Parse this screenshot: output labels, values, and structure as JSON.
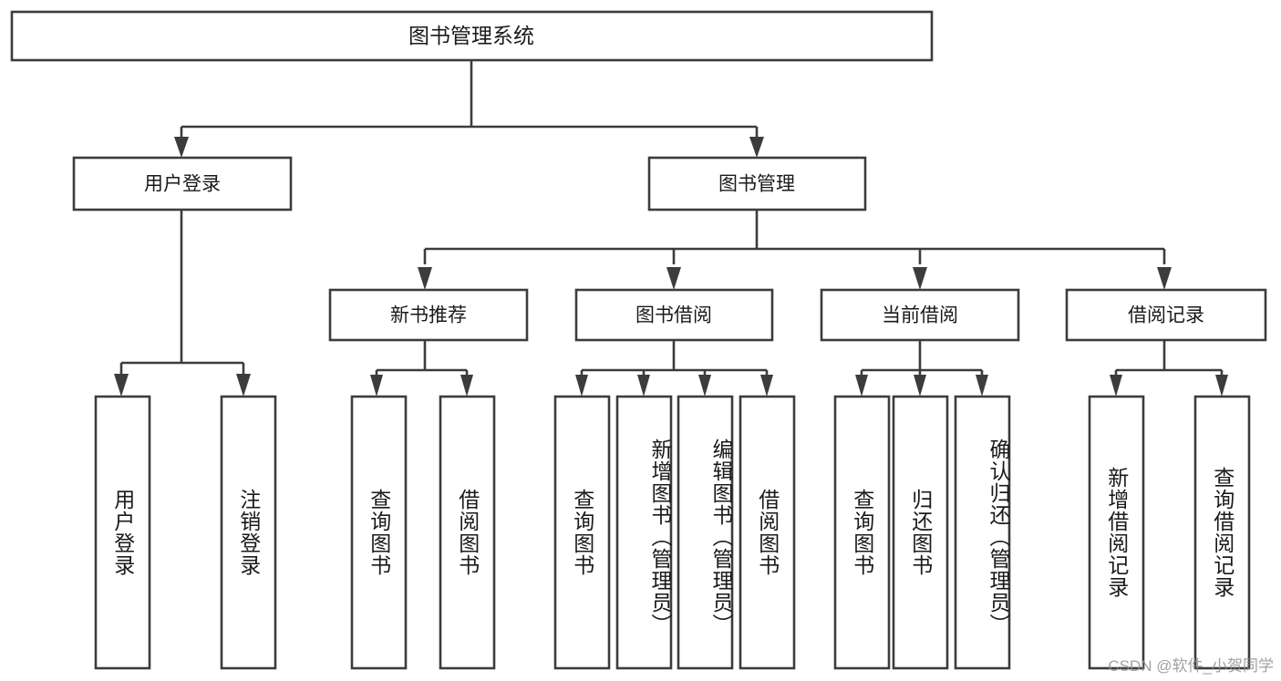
{
  "diagram": {
    "title": "图书管理系统",
    "type": "tree",
    "orientation": "top-down",
    "colors": {
      "box_stroke": "#3c3c3c",
      "box_fill": "#ffffff",
      "connector": "#3c3c3c",
      "text": "#1a1a1a",
      "background": "#ffffff",
      "watermark": "#8d8d8d"
    },
    "nodes": {
      "root": {
        "label": "图书管理系统",
        "level": 1
      },
      "level2": [
        {
          "id": "user-login",
          "label": "用户登录"
        },
        {
          "id": "book-manage",
          "label": "图书管理"
        }
      ],
      "level3": [
        {
          "id": "new-book-recommend",
          "label": "新书推荐"
        },
        {
          "id": "book-borrow",
          "label": "图书借阅"
        },
        {
          "id": "current-borrow",
          "label": "当前借阅"
        },
        {
          "id": "borrow-record",
          "label": "借阅记录"
        }
      ],
      "leaves": {
        "user-login": [
          {
            "id": "leaf-user-login",
            "label": "用户登录"
          },
          {
            "id": "leaf-logout",
            "label": "注销登录"
          }
        ],
        "new-book-recommend": [
          {
            "id": "leaf-query-book-1",
            "label": "查询图书"
          },
          {
            "id": "leaf-borrow-book-1",
            "label": "借阅图书"
          }
        ],
        "book-borrow": [
          {
            "id": "leaf-query-book-2",
            "label": "查询图书"
          },
          {
            "id": "leaf-add-book",
            "label": "新增图书（管理员）"
          },
          {
            "id": "leaf-edit-book",
            "label": "编辑图书（管理员）"
          },
          {
            "id": "leaf-borrow-book-2",
            "label": "借阅图书"
          }
        ],
        "current-borrow": [
          {
            "id": "leaf-query-book-3",
            "label": "查询图书"
          },
          {
            "id": "leaf-return-book",
            "label": "归还图书"
          },
          {
            "id": "leaf-confirm-return",
            "label": "确认归还（管理员）"
          }
        ],
        "borrow-record": [
          {
            "id": "leaf-add-record",
            "label": "新增借阅记录"
          },
          {
            "id": "leaf-query-record",
            "label": "查询借阅记录"
          }
        ]
      }
    },
    "edges": [
      {
        "from": "root",
        "to": "user-login"
      },
      {
        "from": "root",
        "to": "book-manage"
      },
      {
        "from": "user-login",
        "to": "leaf-user-login"
      },
      {
        "from": "user-login",
        "to": "leaf-logout"
      },
      {
        "from": "book-manage",
        "to": "new-book-recommend"
      },
      {
        "from": "book-manage",
        "to": "book-borrow"
      },
      {
        "from": "book-manage",
        "to": "current-borrow"
      },
      {
        "from": "book-manage",
        "to": "borrow-record"
      },
      {
        "from": "new-book-recommend",
        "to": "leaf-query-book-1"
      },
      {
        "from": "new-book-recommend",
        "to": "leaf-borrow-book-1"
      },
      {
        "from": "book-borrow",
        "to": "leaf-query-book-2"
      },
      {
        "from": "book-borrow",
        "to": "leaf-add-book"
      },
      {
        "from": "book-borrow",
        "to": "leaf-edit-book"
      },
      {
        "from": "book-borrow",
        "to": "leaf-borrow-book-2"
      },
      {
        "from": "current-borrow",
        "to": "leaf-query-book-3"
      },
      {
        "from": "current-borrow",
        "to": "leaf-return-book"
      },
      {
        "from": "current-borrow",
        "to": "leaf-confirm-return"
      },
      {
        "from": "borrow-record",
        "to": "leaf-add-record"
      },
      {
        "from": "borrow-record",
        "to": "leaf-query-record"
      }
    ]
  },
  "watermark": {
    "text": "CSDN @软件_小贺同学"
  }
}
